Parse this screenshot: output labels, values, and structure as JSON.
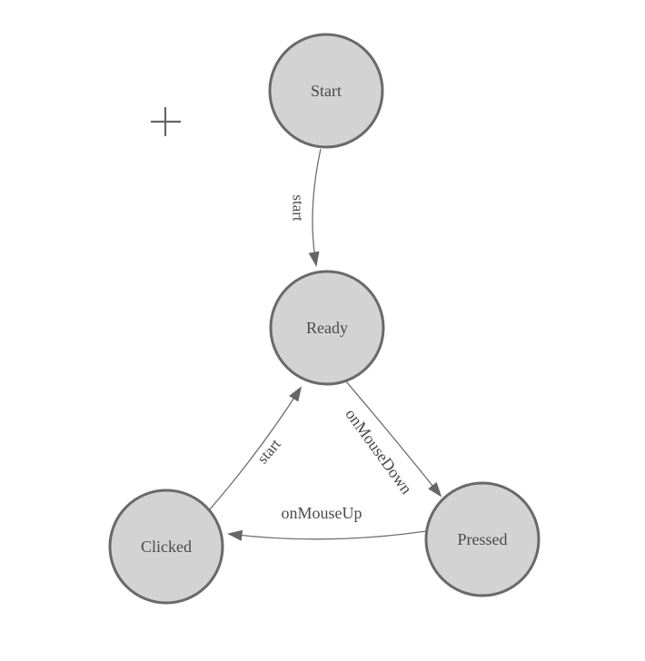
{
  "diagram": {
    "type": "state-diagram",
    "background_color": "#ffffff",
    "node_fill": "#d3d3d3",
    "node_stroke": "#696969",
    "edge_color": "#6e6e6e",
    "arrow_color": "#666666",
    "label_color": "#4a4a4a",
    "nodes": [
      {
        "id": "start",
        "label": "Start"
      },
      {
        "id": "ready",
        "label": "Ready"
      },
      {
        "id": "clicked",
        "label": "Clicked"
      },
      {
        "id": "pressed",
        "label": "Pressed"
      }
    ],
    "edges": [
      {
        "from": "start",
        "to": "ready",
        "label": "start"
      },
      {
        "from": "ready",
        "to": "pressed",
        "label": "onMouseDown"
      },
      {
        "from": "pressed",
        "to": "clicked",
        "label": "onMouseUp"
      },
      {
        "from": "clicked",
        "to": "ready",
        "label": "start"
      }
    ],
    "cursor": {
      "name": "crosshair"
    }
  }
}
